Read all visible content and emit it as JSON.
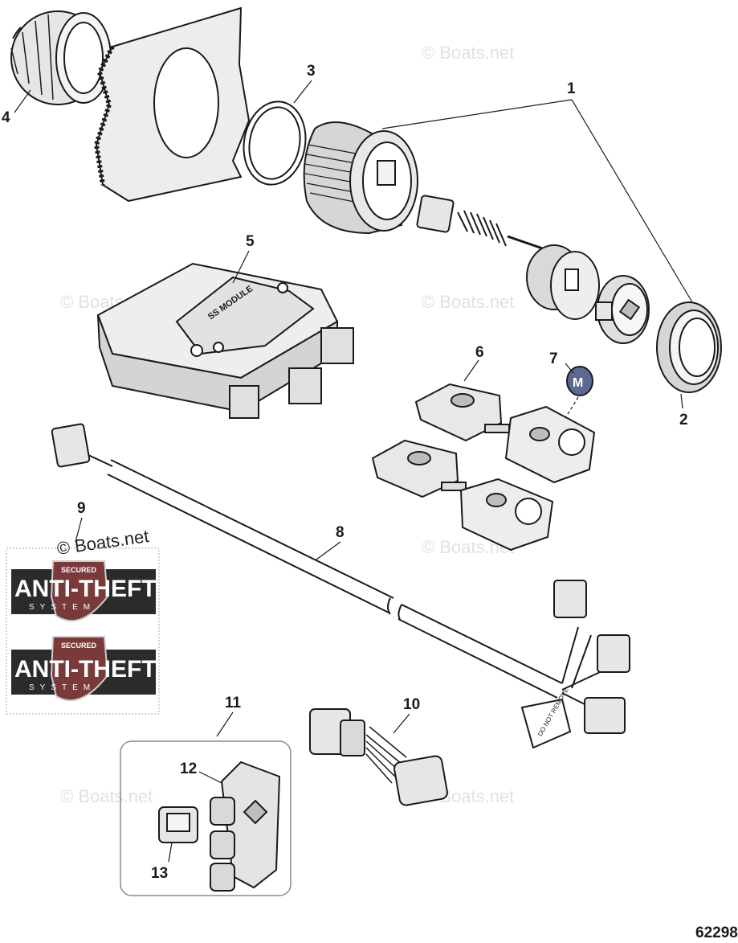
{
  "diagram": {
    "id_number": "62298",
    "watermark": "© Boats.net",
    "callouts": [
      "1",
      "2",
      "3",
      "4",
      "5",
      "6",
      "7",
      "8",
      "9",
      "10",
      "11",
      "12",
      "13"
    ],
    "decals": [
      {
        "top": "SECURED",
        "main": "ANTI-THEFT",
        "sub": "SYSTEM"
      },
      {
        "top": "SECURED",
        "main": "ANTI-THEFT",
        "sub": "SYSTEM"
      }
    ],
    "ecm_label": "SS MODULE",
    "tag_label": "DO NOT REMOVE"
  },
  "colors": {
    "line": "#1a1a1a",
    "part_fill": "#e6e6e6",
    "part_shade": "#bdbdbd",
    "decal_dark": "#2b2b2b",
    "decal_shield": "#7a3a3a",
    "watermark": "#c8c8c8"
  }
}
